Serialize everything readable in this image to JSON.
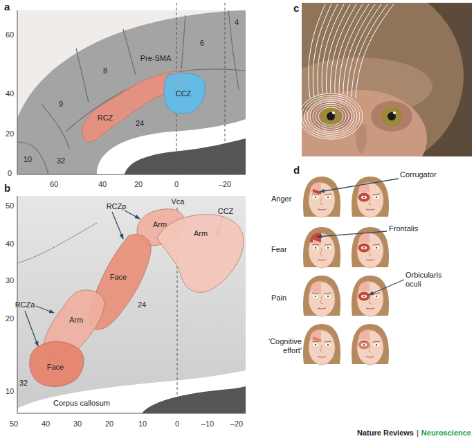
{
  "diagram": {
    "nodes": [
      {
        "text": [
          "RCZ"
        ]
      },
      {
        "text": [
          "CCZ"
        ]
      },
      {
        "text": [
          "Arm"
        ]
      },
      {
        "text": [
          "Arm"
        ]
      },
      {
        "text": [
          "Face"
        ]
      },
      {
        "text": [
          "Arm"
        ]
      },
      {
        "text": [
          "Face"
        ]
      }
    ],
    "labels": [
      "a",
      "60",
      "40",
      "20",
      "0",
      "60",
      "40",
      "20",
      "0",
      "–20",
      "Pre-SMA",
      "6",
      "4",
      "8",
      "9",
      "24",
      "10",
      "32",
      "b",
      "Vca",
      "RCZp",
      "RCZa",
      "CCZ",
      "24",
      "32",
      "Corpus callosum",
      "50",
      "40",
      "30",
      "20",
      "10",
      "50",
      "40",
      "30",
      "20",
      "10",
      "0",
      "–10",
      "–20",
      "c",
      "d",
      "Anger",
      "Fear",
      "Pain",
      "'Cognitive effort'",
      "Corrugator",
      "Frontalis",
      "Orbicularis oculi",
      "Nature Reviews",
      "|",
      "Neuroscience"
    ]
  }
}
